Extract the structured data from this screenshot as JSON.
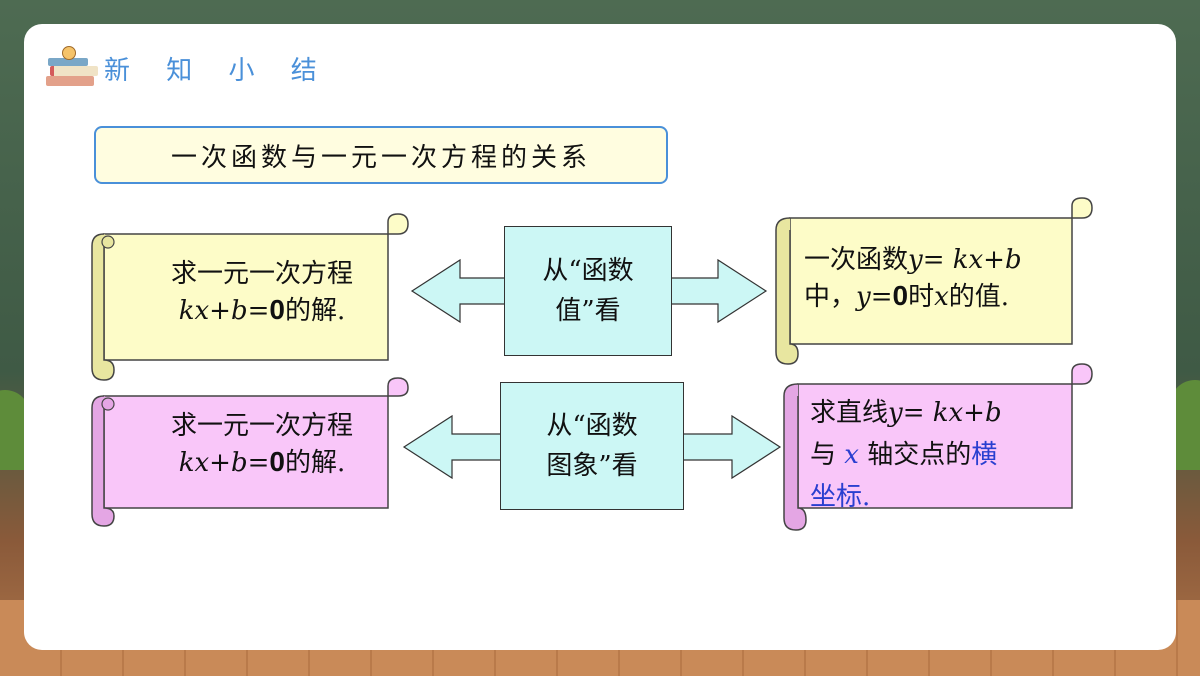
{
  "header": {
    "title": "新 知 小 结"
  },
  "topic": "一次函数与一元一次方程的关系",
  "row1": {
    "left": {
      "line1": "求一元一次方程",
      "math": "kx+b=",
      "zero": "0",
      "suffix": "的解."
    },
    "center": {
      "line1": "从“函数",
      "line2": "值”看"
    },
    "right": {
      "l1_pre": "一次函数",
      "l1_math": "y= kx+b",
      "l2_pre": "中，",
      "l2_y": "y=",
      "l2_zero": "0",
      "l2_mid": "时",
      "l2_x": "x",
      "l2_post": "的值."
    }
  },
  "row2": {
    "left": {
      "line1": "求一元一次方程",
      "math": "kx+b=",
      "zero": "0",
      "suffix": "的解."
    },
    "center": {
      "line1": "从“函数",
      "line2": "图象”看"
    },
    "right": {
      "l1_pre": "求直线",
      "l1_math": "y= kx+b",
      "l2_pre": "与",
      "l2_x": "x",
      "l2_post": "轴交点的",
      "l2_blue": "横",
      "l3": "坐标."
    }
  },
  "colors": {
    "yellow_scroll": "#fdfcc8",
    "pink_scroll": "#f9c6f9",
    "arrow_fill": "#ccf7f5",
    "accent": "#4a90d9"
  }
}
